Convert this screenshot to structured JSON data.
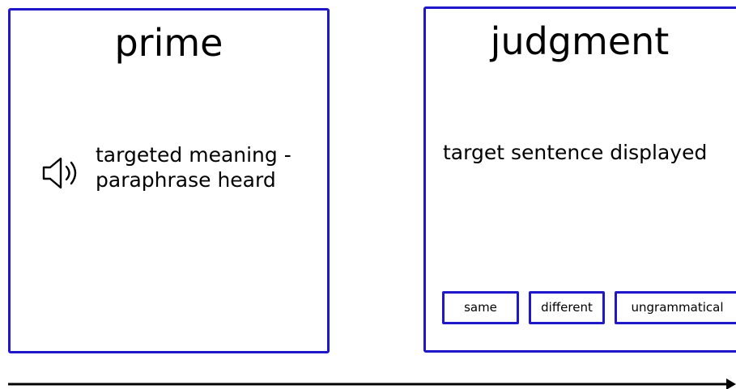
{
  "colors": {
    "panel_border": "#1f18c9",
    "arrow": "#000000",
    "text": "#000000"
  },
  "prime": {
    "title": "prime",
    "icon": "speaker-icon",
    "line1": "targeted meaning -",
    "line2": "paraphrase heard"
  },
  "judgment": {
    "title": "judgment",
    "text": "target sentence displayed",
    "buttons": {
      "same": "same",
      "different": "different",
      "ungrammatical": "ungrammatical"
    }
  },
  "timeline": {
    "icon": "arrow-right-icon"
  }
}
